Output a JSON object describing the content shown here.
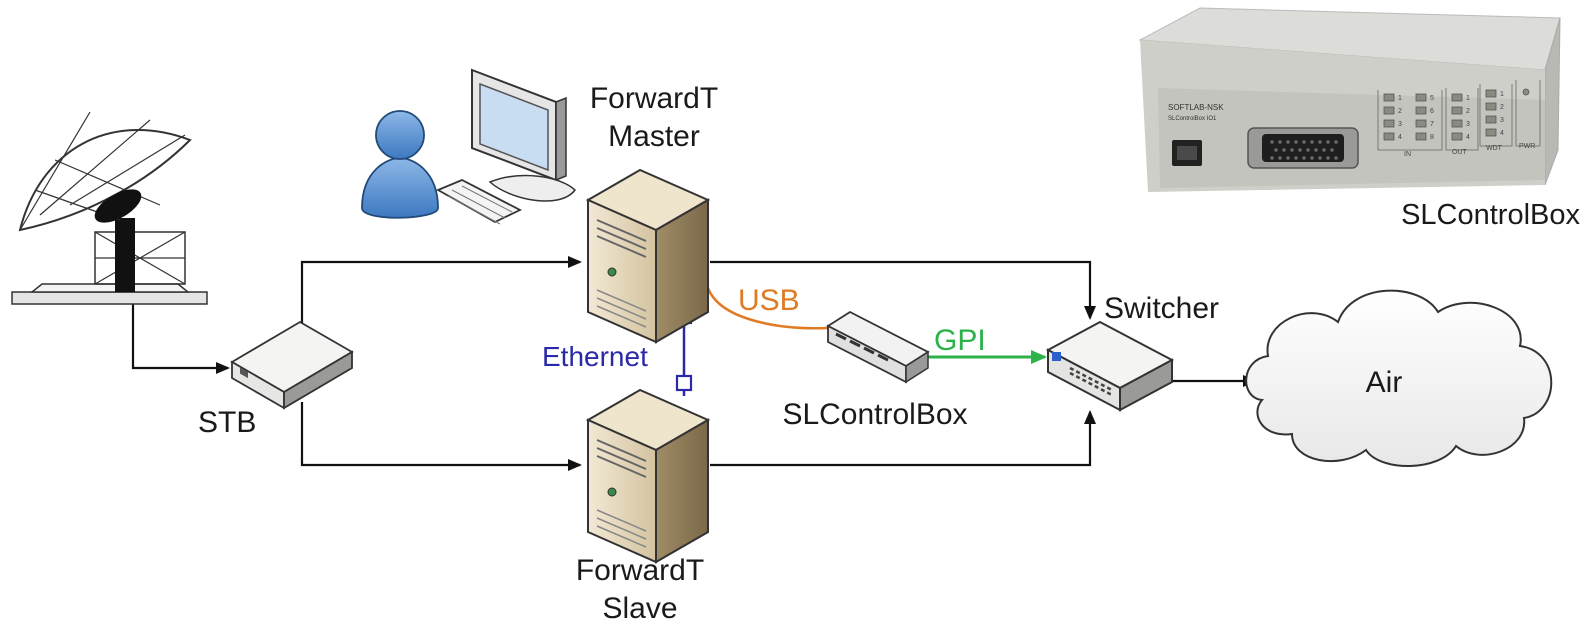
{
  "labels": {
    "master_line1": "ForwardT",
    "master_line2": "Master",
    "slave_line1": "ForwardT",
    "slave_line2": "Slave",
    "stb": "STB",
    "switcher": "Switcher",
    "usb": "USB",
    "gpi": "GPI",
    "ethernet": "Ethernet",
    "controlbox": "SLControlBox",
    "air": "Air",
    "photo_caption": "SLControlBox"
  },
  "device_panel": {
    "brand": "SOFTLAB-NSK",
    "model": "SLControlBox IO1",
    "groups": [
      "IN",
      "OUT",
      "WDT",
      "PWR"
    ],
    "in_numbers": [
      "1",
      "2",
      "3",
      "4",
      "5",
      "6",
      "7",
      "8"
    ],
    "out_numbers": [
      "1",
      "2",
      "3",
      "4"
    ],
    "wdt_numbers": [
      "1",
      "2",
      "3",
      "4"
    ]
  },
  "colors": {
    "line": "#111111",
    "usb": "#e07b24",
    "gpi": "#2bb34a",
    "ethernet": "#2a2aa8",
    "text": "#1a1a1a"
  },
  "icons": [
    "satellite-dish-icon",
    "user-icon",
    "monitor-icon",
    "keyboard-icon",
    "server-icon",
    "stb-box-icon",
    "controlbox-icon",
    "switcher-icon",
    "cloud-icon"
  ]
}
